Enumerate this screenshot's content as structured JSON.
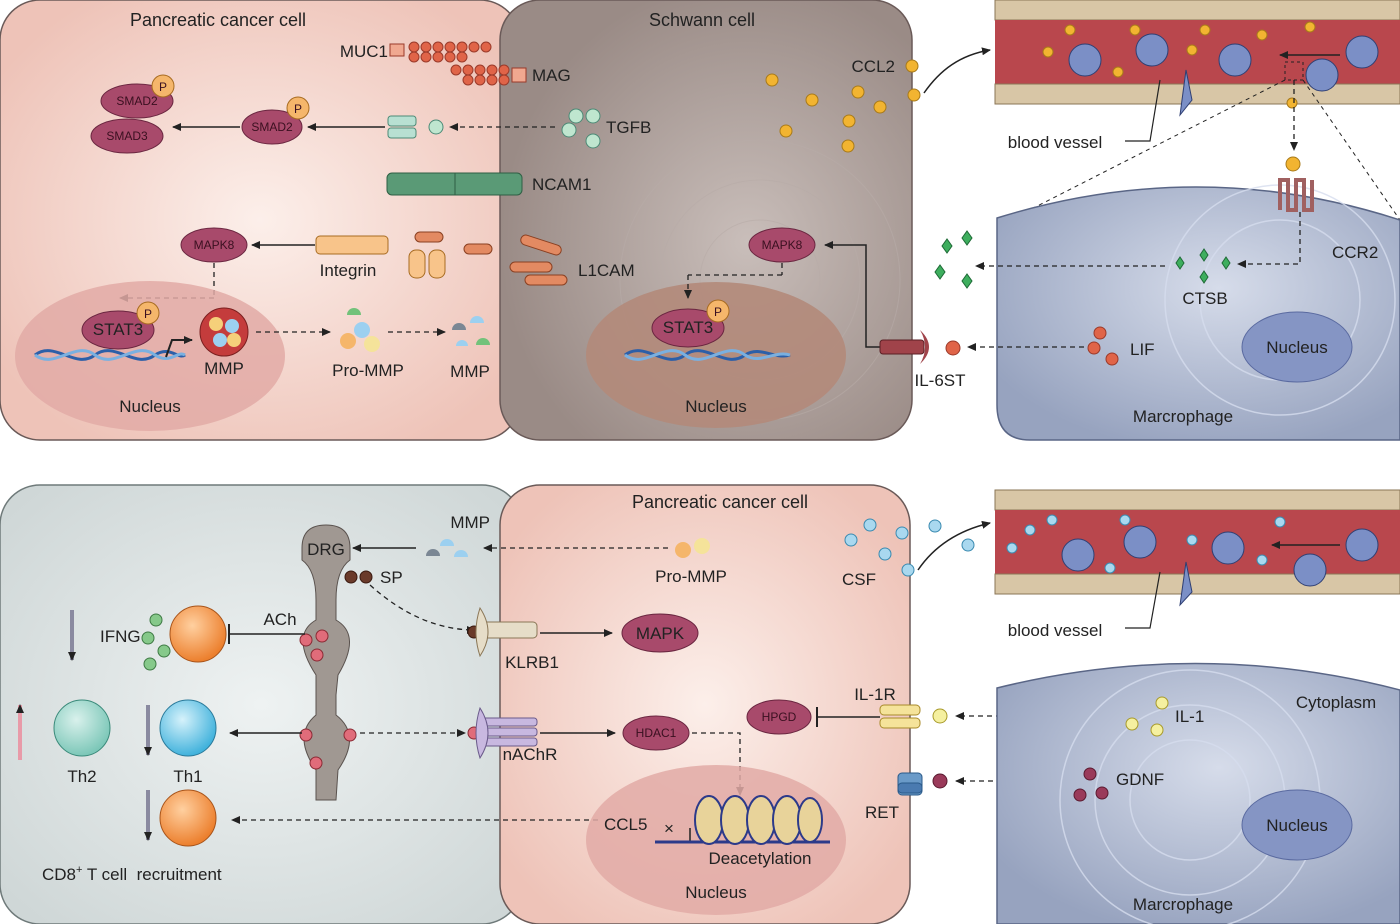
{
  "top": {
    "cancer_cell": "Pancreatic cancer cell",
    "schwann_cell": "Schwann cell",
    "muc1": "MUC1",
    "mag": "MAG",
    "smad2_a": "SMAD2",
    "smad3": "SMAD3",
    "smad2_b": "SMAD2",
    "p": "P",
    "tgfb": "TGFB",
    "ncam1": "NCAM1",
    "mapk8_left": "MAPK8",
    "integrin": "Integrin",
    "l1cam": "L1CAM",
    "stat3_left": "STAT3",
    "mmp_in": "MMP",
    "pro_mmp": "Pro-MMP",
    "mmp_out": "MMP",
    "nucleus_left": "Nucleus",
    "mapk8_right": "MAPK8",
    "stat3_right": "STAT3",
    "nucleus_schwann": "Nucleus",
    "ccl2": "CCL2",
    "blood_vessel": "blood vessel",
    "ccr2": "CCR2",
    "ctsb": "CTSB",
    "lif": "LIF",
    "il6st": "IL-6ST",
    "nucleus_mac": "Nucleus",
    "macrophage": "Marcrophage"
  },
  "bottom": {
    "mmp": "MMP",
    "drg": "DRG",
    "sp": "SP",
    "pro_mmp": "Pro-MMP",
    "cancer_cell": "Pancreatic cancer cell",
    "csf": "CSF",
    "blood_vessel": "blood vessel",
    "ifng": "IFNG",
    "ach": "ACh",
    "klrb1": "KLRB1",
    "mapk": "MAPK",
    "th2": "Th2",
    "th1": "Th1",
    "nachr": "nAChR",
    "hdac1": "HDAC1",
    "hpgd": "HPGD",
    "il1r": "IL-1R",
    "il1": "IL-1",
    "cytoplasm": "Cytoplasm",
    "ret": "RET",
    "gdnf": "GDNF",
    "ccl5": "CCL5",
    "deacetylation": "Deacetylation",
    "nucleus": "Nucleus",
    "nucleus_mac": "Nucleus",
    "cd8_prefix": "CD8",
    "cd8_sup": "+",
    "cd8_suffix": " T cell  recruitment",
    "macrophage": "Marcrophage"
  },
  "colors": {
    "cancer_fill": "#f3d3c9",
    "schwann_fill": "#a89a95",
    "macrophage_fill": "#aeb8cf",
    "drg_panel_fill": "#dde3e3",
    "nucleus_pink": "#e2aaa6",
    "nucleus_brown": "#b38a7a",
    "smad_fill": "#a84a6b",
    "p_fill": "#f5b66b",
    "vessel_red": "#b9474d",
    "ccl2_dot": "#f2b431",
    "csf_dot": "#a9d8ef"
  },
  "icons": [
    "receptor-icon",
    "dna-helix-icon",
    "blood-vessel-icon",
    "macrophage-cell-icon",
    "t-cell-icon",
    "nucleosome-icon"
  ]
}
